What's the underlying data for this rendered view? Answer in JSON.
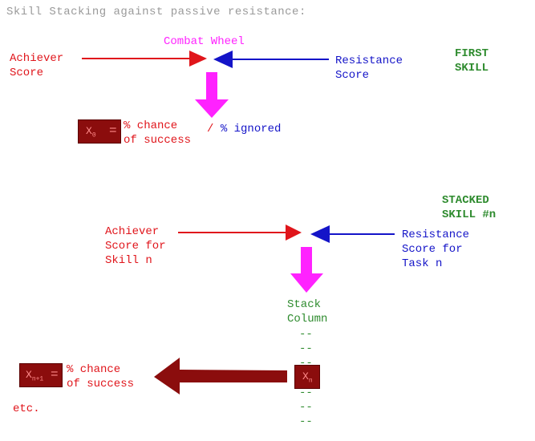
{
  "title": "Skill Stacking against passive resistance:",
  "first": {
    "wheel_label": "Combat Wheel",
    "achiever": [
      "Achiever",
      "Score"
    ],
    "resistance": [
      "Resistance",
      "Score"
    ],
    "tag": [
      "FIRST",
      "SKILL"
    ],
    "box_label": "X",
    "box_sub": "0",
    "box_eq": "=",
    "chance": [
      "% chance",
      "of success"
    ],
    "ignored_sep": "/",
    "ignored": "% ignored"
  },
  "stacked": {
    "tag": [
      "STACKED",
      "SKILL #n"
    ],
    "achiever": [
      "Achiever",
      "Score for",
      "Skill n"
    ],
    "resistance": [
      "Resistance",
      "Score for",
      "Task n"
    ],
    "column_label": [
      "Stack",
      "Column"
    ],
    "dashes": [
      "--",
      "--",
      "--",
      "--",
      "--",
      "--"
    ],
    "box_label": "X",
    "box_sub": "n",
    "result_box_label": "X",
    "result_box_sub": "n+1",
    "result_eq": "=",
    "chance": [
      "% chance",
      "of success"
    ],
    "etc": "etc."
  },
  "colors": {
    "achiever": "#e0151b",
    "resistance": "#1414c8",
    "combat": "#ff22ff",
    "tag": "#2e8b2e",
    "box": "#8b0d0d"
  }
}
